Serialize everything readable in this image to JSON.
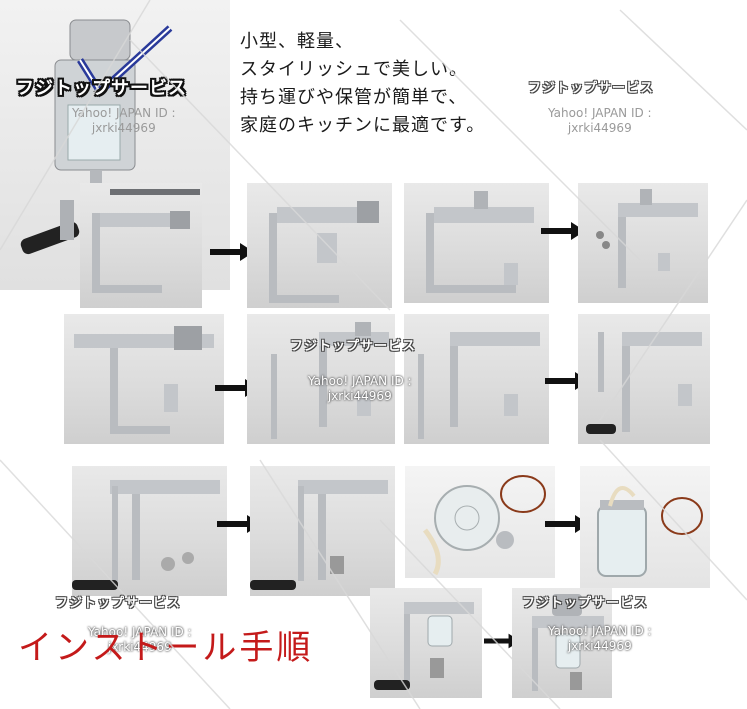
{
  "tagline": [
    "小型、軽量、",
    "スタイリッシュで美しい。",
    "持ち運びや保管が簡単で、",
    "家庭のキッチンに最適です。"
  ],
  "watermark": {
    "brand": "フジトップサービス",
    "id_line1": "Yahoo! JAPAN ID :",
    "id_line2": "jxrki44969"
  },
  "install_title": "インストール手順",
  "colors": {
    "install_title": "#c41a1a",
    "arrow": "#111111",
    "steel": "#b9bcc0"
  },
  "steps": [
    {
      "row": 1,
      "count": 4
    },
    {
      "row": 2,
      "count": 4
    },
    {
      "row": 3,
      "count": 4
    },
    {
      "row": 4,
      "count": 2
    }
  ]
}
